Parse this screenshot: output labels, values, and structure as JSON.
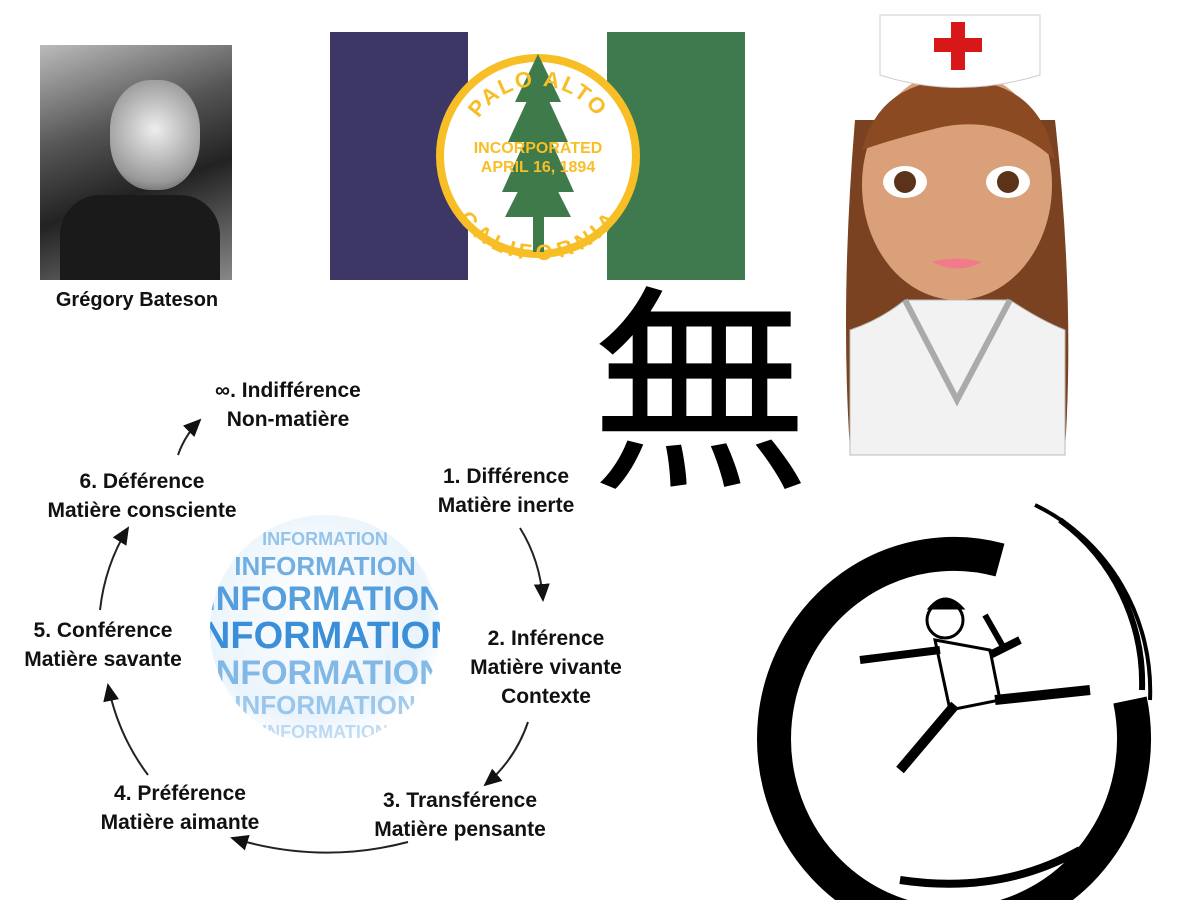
{
  "portrait": {
    "caption": "Grégory Bateson"
  },
  "flag": {
    "top_text": "PALO ALTO",
    "middle_line1": "INCORPORATED",
    "middle_line2": "APRIL 16, 1894",
    "bottom_text": "CALIFORNIA",
    "colors": {
      "left": "#3d3766",
      "right": "#3e7a4e",
      "ring": "#f7be26",
      "tree": "#3f7a4a"
    }
  },
  "kanji": {
    "character": "無"
  },
  "sphere": {
    "word": "INFORMATION",
    "color": "#3a8fd8"
  },
  "cycle": [
    {
      "step": "∞. Indifférence",
      "subtitle": "Non-matière"
    },
    {
      "step": "1. Différence",
      "subtitle": "Matière inerte"
    },
    {
      "step": "2. Inférence",
      "subtitle": "Matière vivante",
      "extra": "Contexte"
    },
    {
      "step": "3. Transférence",
      "subtitle": "Matière pensante"
    },
    {
      "step": "4. Préférence",
      "subtitle": "Matière aimante"
    },
    {
      "step": "5. Conférence",
      "subtitle": "Matière savante"
    },
    {
      "step": "6. Déférence",
      "subtitle": "Matière consciente"
    }
  ]
}
